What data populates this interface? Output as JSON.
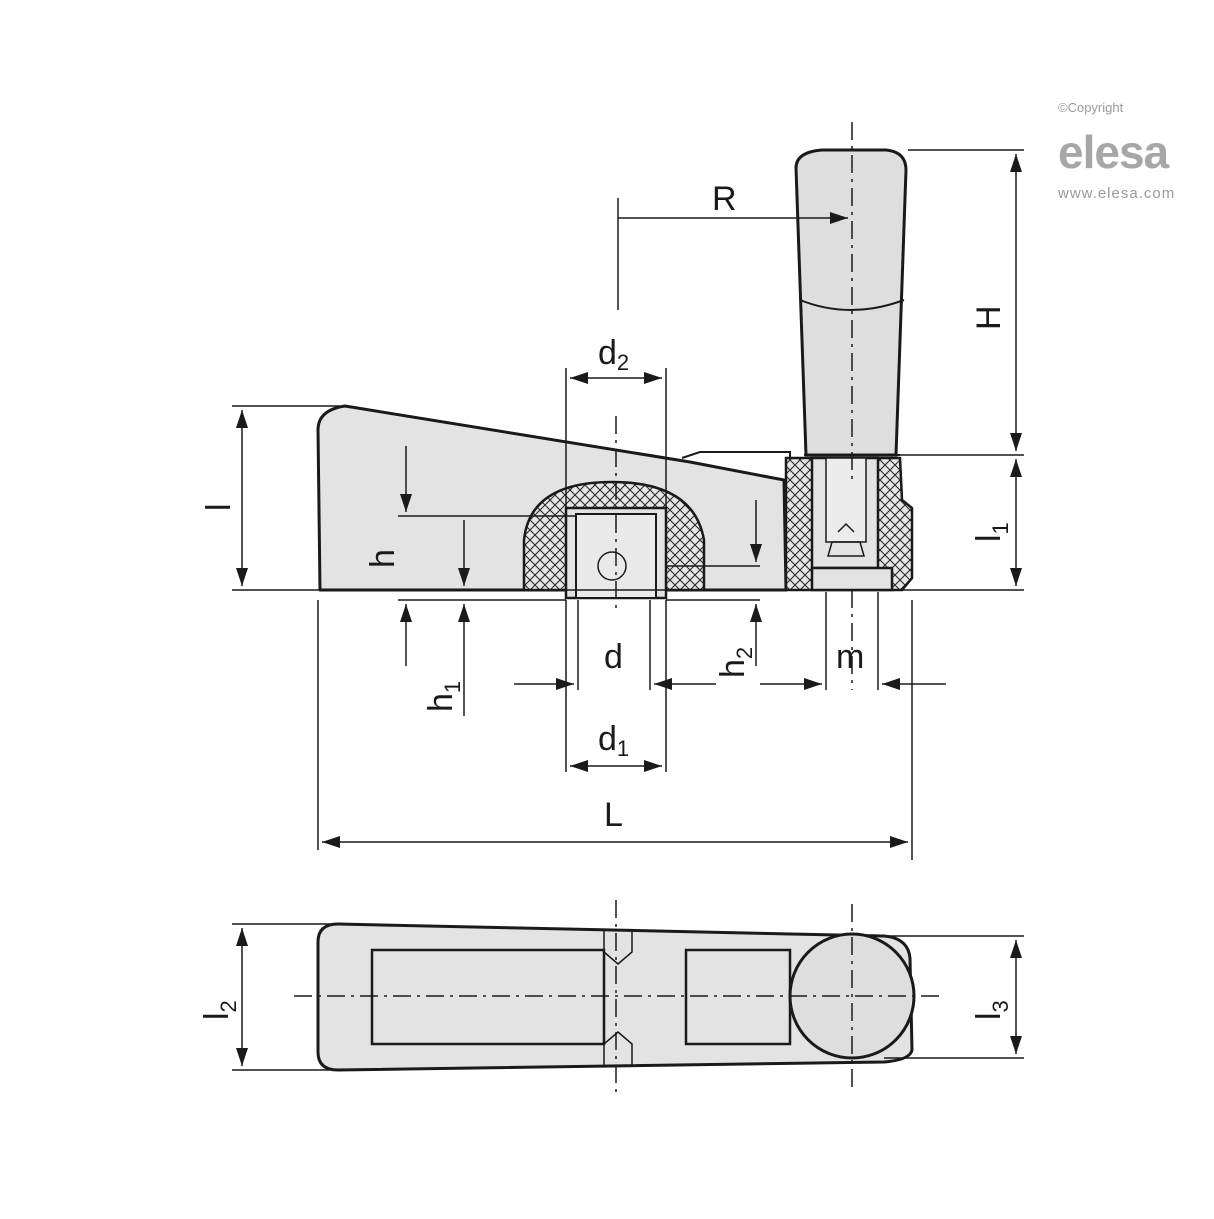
{
  "brand": {
    "copyright": "©Copyright",
    "logo": "elesa",
    "url": "www.elesa.com"
  },
  "dimensions": {
    "R": "R",
    "H": "H",
    "l": "l",
    "l1": "l",
    "l1_sub": "1",
    "d": "d",
    "d1": "d",
    "d1_sub": "1",
    "d2": "d",
    "d2_sub": "2",
    "h": "h",
    "h1": "h",
    "h1_sub": "1",
    "h2": "h",
    "h2_sub": "2",
    "m": "m",
    "L": "L",
    "l2": "l",
    "l2_sub": "2",
    "l3": "l",
    "l3_sub": "3"
  },
  "colors": {
    "line": "#1a1a1a",
    "fill": "#e3e3e3",
    "brand": "#a7a7a7"
  }
}
